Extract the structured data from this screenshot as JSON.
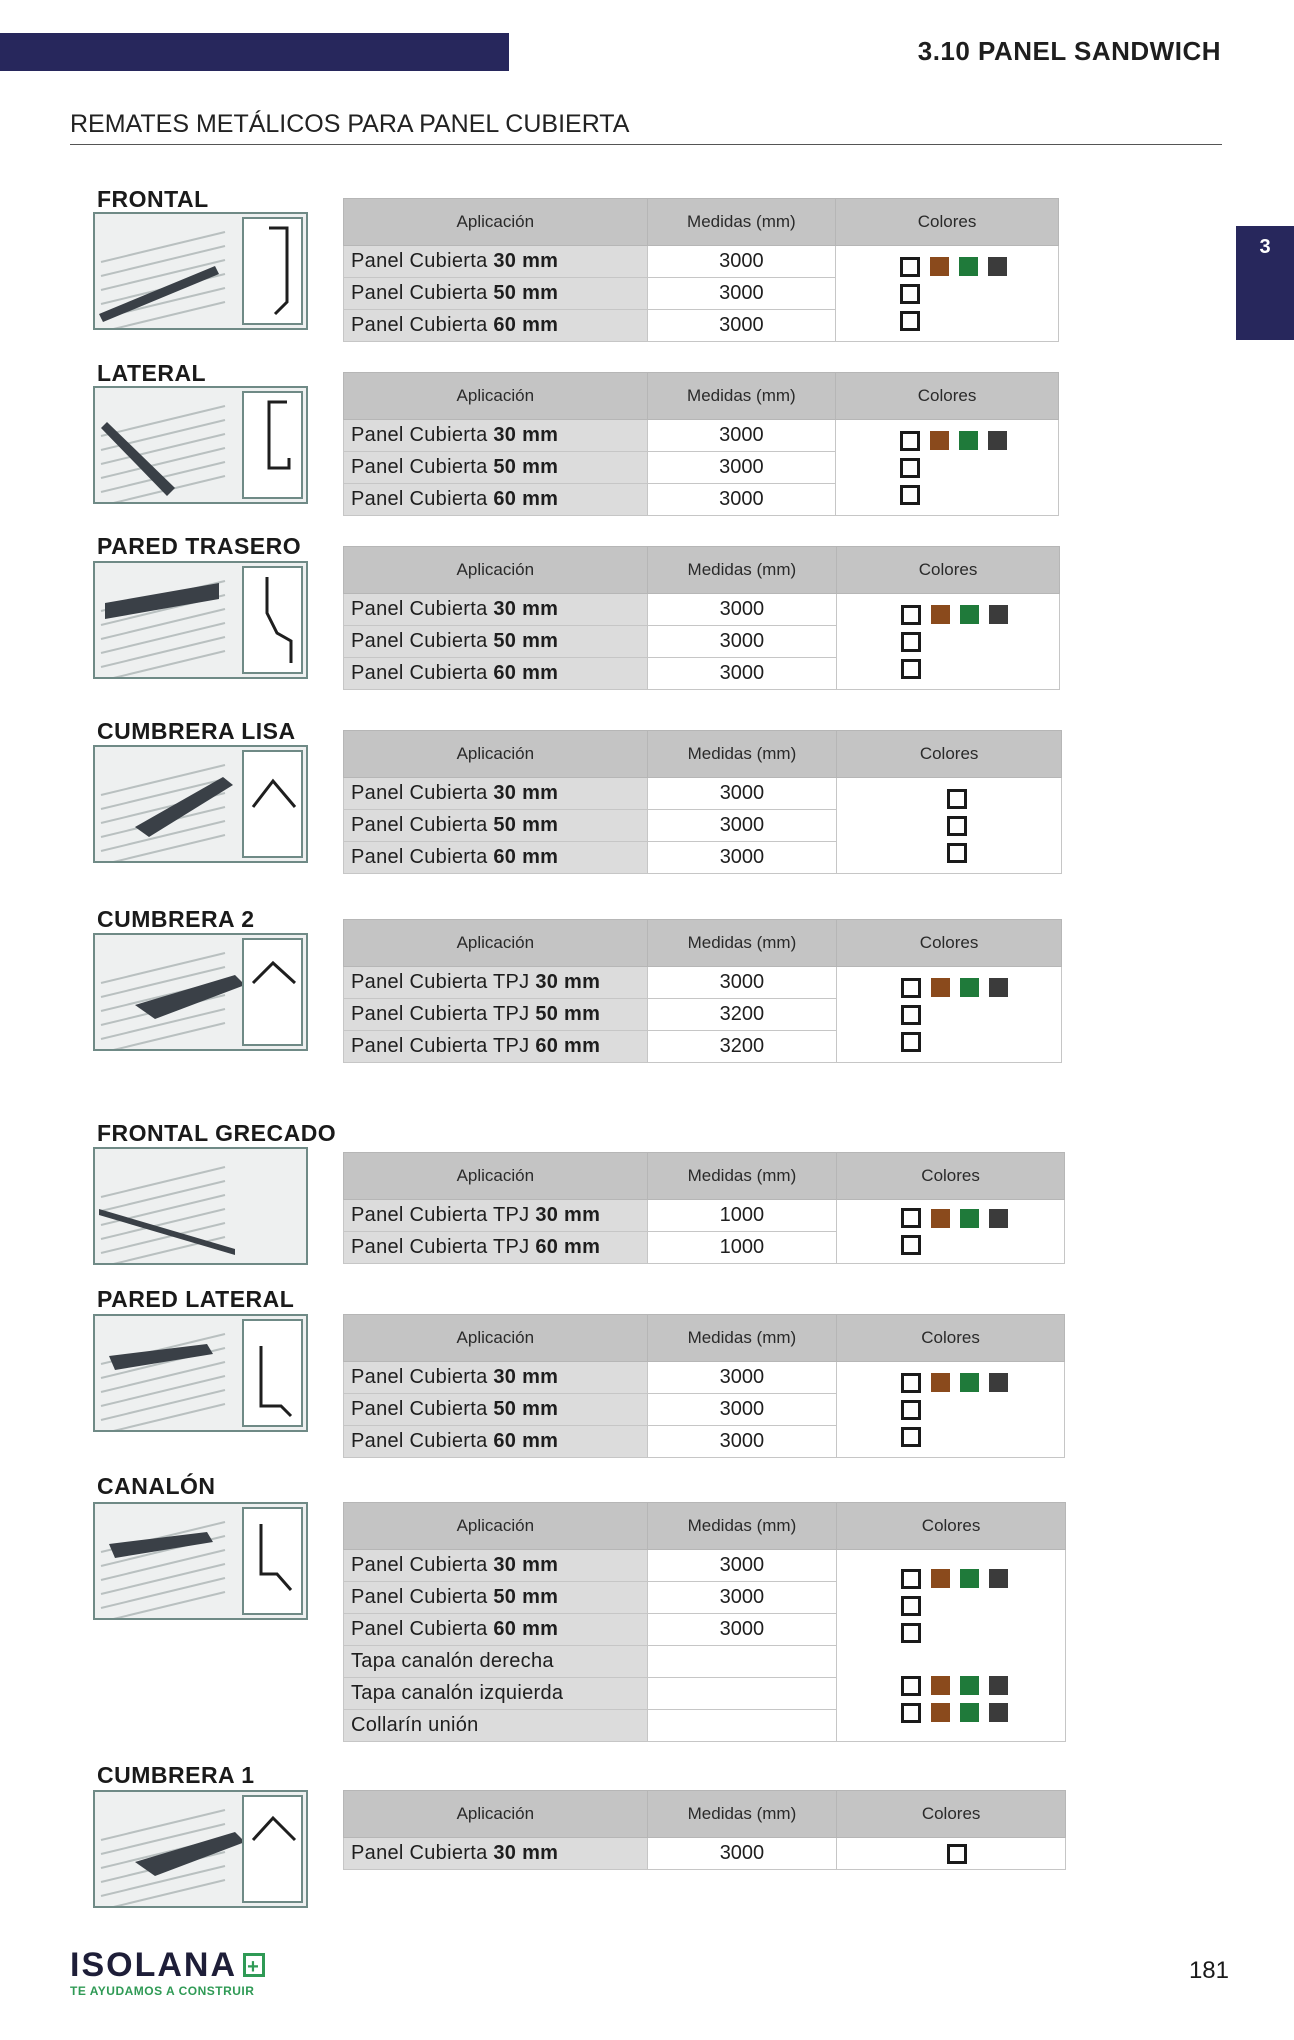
{
  "header": {
    "section_title": "3.10 PANEL SANDWICH",
    "page_heading": "REMATES METÁLICOS PARA PANEL CUBIERTA",
    "side_tab": "3"
  },
  "col_labels": {
    "aplicacion": "Aplicación",
    "medidas": "Medidas (mm)",
    "colores": "Colores"
  },
  "colors": {
    "white": "#ffffff",
    "brown": "#8a4a1c",
    "green": "#1f7a3a",
    "gray": "#3b3b3b"
  },
  "sections": [
    {
      "title": "FRONTAL",
      "icon": "frontal-profile-illustration",
      "rows": [
        {
          "prefix": "Panel Cubierta ",
          "bold": "30 mm",
          "medida": "3000"
        },
        {
          "prefix": "Panel Cubierta ",
          "bold": "50 mm",
          "medida": "3000"
        },
        {
          "prefix": "Panel Cubierta ",
          "bold": "60 mm",
          "medida": "3000"
        }
      ],
      "swatches": [
        [
          "white",
          "brown",
          "green",
          "gray"
        ],
        [
          "white"
        ],
        [
          "white"
        ]
      ]
    },
    {
      "title": "LATERAL",
      "icon": "lateral-profile-illustration",
      "rows": [
        {
          "prefix": "Panel Cubierta ",
          "bold": "30 mm",
          "medida": "3000"
        },
        {
          "prefix": "Panel Cubierta ",
          "bold": "50 mm",
          "medida": "3000"
        },
        {
          "prefix": "Panel Cubierta ",
          "bold": "60 mm",
          "medida": "3000"
        }
      ],
      "swatches": [
        [
          "white",
          "brown",
          "green",
          "gray"
        ],
        [
          "white"
        ],
        [
          "white"
        ]
      ]
    },
    {
      "title": "PARED TRASERO",
      "icon": "pared-trasero-profile-illustration",
      "rows": [
        {
          "prefix": "Panel Cubierta ",
          "bold": "30 mm",
          "medida": "3000"
        },
        {
          "prefix": "Panel Cubierta ",
          "bold": "50 mm",
          "medida": "3000"
        },
        {
          "prefix": "Panel Cubierta ",
          "bold": "60 mm",
          "medida": "3000"
        }
      ],
      "swatches": [
        [
          "white",
          "brown",
          "green",
          "gray"
        ],
        [
          "white"
        ],
        [
          "white"
        ]
      ]
    },
    {
      "title": "CUMBRERA LISA",
      "icon": "cumbrera-lisa-profile-illustration",
      "rows": [
        {
          "prefix": "Panel Cubierta ",
          "bold": "30 mm",
          "medida": "3000"
        },
        {
          "prefix": "Panel Cubierta ",
          "bold": "50 mm",
          "medida": "3000"
        },
        {
          "prefix": "Panel Cubierta ",
          "bold": "60 mm",
          "medida": "3000"
        }
      ],
      "swatches": [
        [
          "white"
        ],
        [
          "white"
        ],
        [
          "white"
        ]
      ]
    },
    {
      "title": "CUMBRERA 2",
      "icon": "cumbrera-2-profile-illustration",
      "rows": [
        {
          "prefix": "Panel Cubierta TPJ ",
          "bold": "30 mm",
          "medida": "3000"
        },
        {
          "prefix": "Panel Cubierta TPJ ",
          "bold": "50 mm",
          "medida": "3200"
        },
        {
          "prefix": "Panel Cubierta TPJ ",
          "bold": "60 mm",
          "medida": "3200"
        }
      ],
      "swatches": [
        [
          "white",
          "brown",
          "green",
          "gray"
        ],
        [
          "white"
        ],
        [
          "white"
        ]
      ]
    },
    {
      "title": "FRONTAL GRECADO",
      "icon": "frontal-grecado-profile-illustration",
      "rows": [
        {
          "prefix": "Panel Cubierta TPJ ",
          "bold": "30 mm",
          "medida": "1000"
        },
        {
          "prefix": "Panel Cubierta TPJ ",
          "bold": "60 mm",
          "medida": "1000"
        }
      ],
      "swatches": [
        [
          "white",
          "brown",
          "green",
          "gray"
        ],
        [
          "white"
        ]
      ]
    },
    {
      "title": "PARED LATERAL",
      "icon": "pared-lateral-profile-illustration",
      "rows": [
        {
          "prefix": "Panel Cubierta ",
          "bold": "30 mm",
          "medida": "3000"
        },
        {
          "prefix": "Panel Cubierta ",
          "bold": "50 mm",
          "medida": "3000"
        },
        {
          "prefix": "Panel Cubierta ",
          "bold": "60 mm",
          "medida": "3000"
        }
      ],
      "swatches": [
        [
          "white",
          "brown",
          "green",
          "gray"
        ],
        [
          "white"
        ],
        [
          "white"
        ]
      ]
    },
    {
      "title": "CANALÓN",
      "icon": "canalon-profile-illustration",
      "rows": [
        {
          "prefix": "Panel Cubierta ",
          "bold": "30 mm",
          "medida": "3000"
        },
        {
          "prefix": "Panel Cubierta ",
          "bold": "50 mm",
          "medida": "3000"
        },
        {
          "prefix": "Panel Cubierta ",
          "bold": "60 mm",
          "medida": "3000"
        },
        {
          "prefix": "Tapa canalón derecha",
          "bold": "",
          "medida": ""
        },
        {
          "prefix": "Tapa canalón izquierda",
          "bold": "",
          "medida": ""
        },
        {
          "prefix": "Collarín unión",
          "bold": "",
          "medida": ""
        }
      ],
      "swatches": [
        [
          "white",
          "brown",
          "green",
          "gray"
        ],
        [
          "white"
        ],
        [
          "white"
        ],
        [
          "white",
          "brown",
          "green",
          "gray"
        ],
        [
          "white",
          "brown",
          "green",
          "gray"
        ]
      ]
    },
    {
      "title": "CUMBRERA 1",
      "icon": "cumbrera-1-profile-illustration",
      "rows": [
        {
          "prefix": "Panel Cubierta ",
          "bold": "30 mm",
          "medida": "3000"
        }
      ],
      "swatches": [
        [
          "white"
        ]
      ]
    }
  ],
  "footer": {
    "logo_text": "ISOLANA",
    "logo_plus": "+",
    "tagline": "TE AYUDAMOS A CONSTRUIR",
    "page_number": "181"
  }
}
